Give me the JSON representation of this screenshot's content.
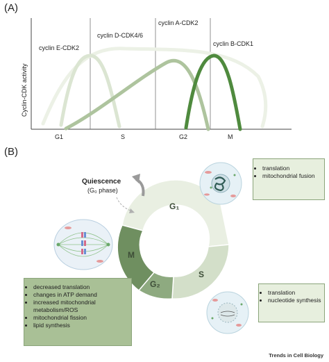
{
  "panel_a": {
    "label": "(A)",
    "ylabel": "Cyclin-CDK activity",
    "ticks": [
      "G1",
      "S",
      "G2",
      "M"
    ],
    "curves": [
      "cyclin E-CDK2",
      "cyclin D-CDK4/6",
      "cyclin A-CDK2",
      "cyclin B-CDK1"
    ],
    "colors": {
      "e": "#dbe5d2",
      "d": "#aec49e",
      "a": "#86a877",
      "b": "#4f8a3e"
    }
  },
  "panel_b": {
    "label": "(B)",
    "quiescence_title": "Quiescence",
    "quiescence_sub": "(G₀ phase)",
    "phases": {
      "g1": "G₁",
      "s": "S",
      "g2": "G₂",
      "m": "M"
    },
    "phase_colors": {
      "g1": "#e9efe2",
      "s": "#d3dfc9",
      "g2": "#8eaa80",
      "m": "#6f8f60"
    },
    "box_g1": [
      "translation",
      "mitochondrial fusion"
    ],
    "box_s": [
      "translation",
      "nucleotide synthesis"
    ],
    "box_m": [
      "decreased translation",
      "changes in ATP demand",
      "increased mitochondrial metabolism/ROS",
      "mitochondrial fission",
      "lipid synthesis"
    ]
  },
  "credit": "Trends in Cell Biology"
}
